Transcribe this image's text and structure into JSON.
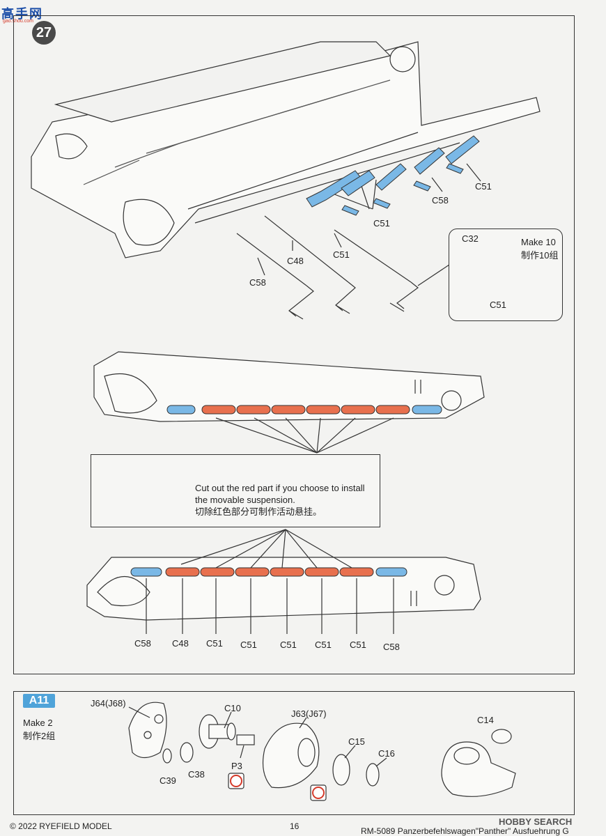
{
  "header": {
    "watermark": "高手网",
    "watermark_sub": "gao.shou.com",
    "step_number": "27"
  },
  "upper_labels": {
    "c51_right": "C51",
    "c58_right": "C58",
    "c51_group": "C51",
    "c48": "C48",
    "c51_mid": "C51",
    "c58_left": "C58"
  },
  "detail_note": {
    "c32": "C32",
    "make_en": "Make 10",
    "make_cn": "制作10组",
    "c51": "C51"
  },
  "warning": {
    "line1": "Cut out the red part if you choose to install",
    "line2": "the movable suspension.",
    "line3": "切除红色部分可制作活动悬挂。"
  },
  "lower_labels": [
    "C58",
    "C48",
    "C51",
    "C51",
    "C51",
    "C51",
    "C51",
    "C58"
  ],
  "a11": {
    "tag": "A11",
    "make_en": "Make 2",
    "make_cn": "制作2组",
    "parts": {
      "j64": "J64(J68)",
      "c10": "C10",
      "j63": "J63(J67)",
      "c14": "C14",
      "c15": "C15",
      "c16": "C16",
      "p3": "P3",
      "c39": "C39",
      "c38": "C38"
    }
  },
  "footer": {
    "copyright": "© 2022 RYEFIELD MODEL",
    "page": "16",
    "model": "RM-5089 Panzerbefehlswagen\"Panther\" Ausfuehrung G",
    "brand": "HOBBY SEARCH"
  },
  "colors": {
    "blue_part": "#7ab8e6",
    "red_part": "#e8704e",
    "tag_blue": "#4fa3d9",
    "line": "#333333"
  }
}
